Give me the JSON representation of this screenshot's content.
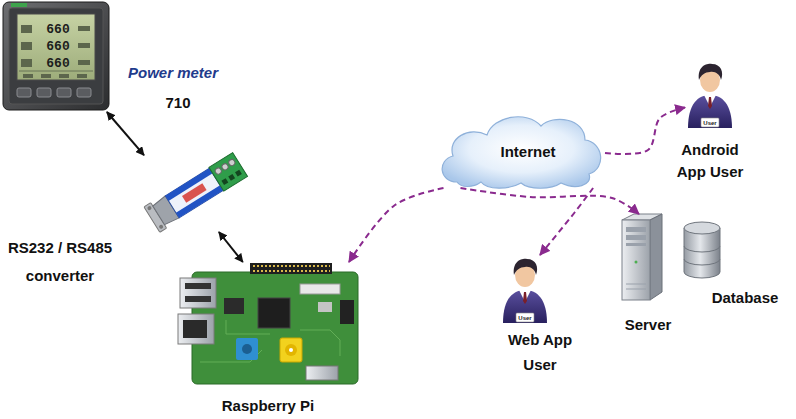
{
  "diagram": {
    "nodes": [
      {
        "text": [
          "Power meter",
          "710"
        ]
      },
      {
        "text": [
          "RS232 / RS485 converter"
        ]
      },
      {
        "text": [
          "Raspberry Pi"
        ]
      },
      {
        "text": [
          "Internet"
        ]
      },
      {
        "text": [
          "Android App User"
        ]
      },
      {
        "text": [
          "Web App User"
        ]
      },
      {
        "text": [
          "Server"
        ]
      },
      {
        "text": [
          "Database"
        ]
      }
    ],
    "edges": [
      {
        "from": 0,
        "to": 1,
        "arrow": "both"
      },
      {
        "from": 1,
        "to": 2,
        "arrow": "both"
      },
      {
        "from": 3,
        "to": 2,
        "arrow": "to"
      },
      {
        "from": 3,
        "to": 6,
        "arrow": "to"
      },
      {
        "from": 3,
        "to": 5,
        "arrow": "to"
      },
      {
        "from": 3,
        "to": 4,
        "arrow": "to"
      }
    ],
    "labels": [
      "660",
      "660",
      "660",
      "User",
      "User"
    ]
  }
}
